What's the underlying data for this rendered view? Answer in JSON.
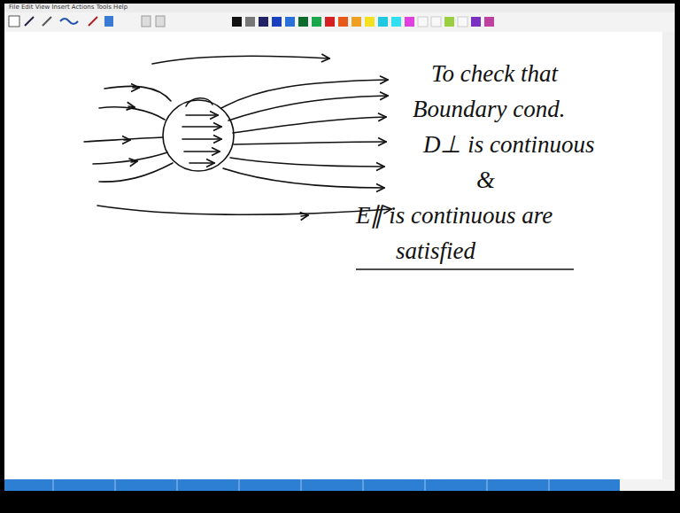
{
  "diagram": {
    "labels": [
      "File Edit View Insert Actions Tools Help",
      "To check that",
      "Boundary cond.",
      "D⊥ is continuous",
      "&",
      "E∥ is continuous are",
      "satisfied"
    ]
  }
}
